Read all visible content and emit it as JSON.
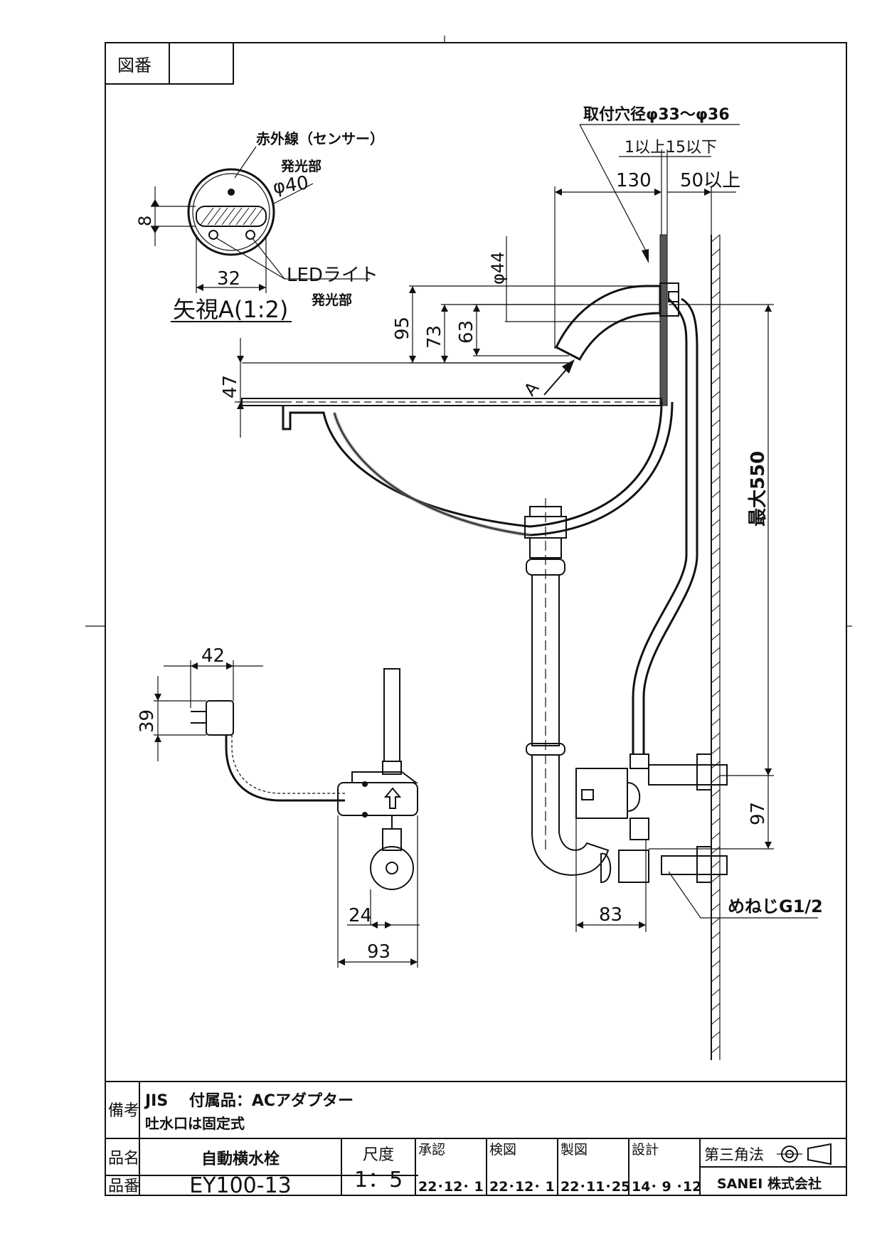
{
  "title_block": {
    "drawing_no_label": "図番",
    "drawing_no_value": "",
    "remarks_label": "備考",
    "remarks_line1": "JIS　 付属品：ACアダプター",
    "remarks_line2": "吐水口は固定式",
    "name_label": "品名",
    "name_value": "自動横水栓",
    "number_label": "品番",
    "number_value": "EY100-13",
    "scale_label": "尺度",
    "scale_value": "1：5",
    "approved_label": "承認",
    "approved_date": "22･12･ 1",
    "checked_label": "検図",
    "checked_date": "22･12･ 1",
    "drawn_label": "製図",
    "drawn_date": "22･11･25",
    "designed_label": "設計",
    "designed_date": "14･ 9 ･12",
    "projection": "第三角法",
    "company": "SANEI 株式会社"
  },
  "detail_view": {
    "title": "矢視A(1:2)",
    "sensor_label": "赤外線（センサー）",
    "emitter_label_1": "発光部",
    "dia_label": "φ40",
    "dim_8": "8",
    "dim_32": "32",
    "led_label": "LEDライト",
    "emitter_label_2": "発光部"
  },
  "main_view": {
    "mount_hole": "取付穴径φ33～φ36",
    "dim_thickness": "1以上15以下",
    "dim_130": "130",
    "dim_50": "50以上",
    "dim_dia44": "φ44",
    "dim_95": "95",
    "dim_73": "73",
    "dim_63": "63",
    "dim_47": "47",
    "arrow_a": "A",
    "dim_max550": "最大550",
    "dim_97": "97",
    "dim_83": "83",
    "thread_label": "めねじG1/2"
  },
  "adapter_view": {
    "dim_42": "42",
    "dim_39": "39",
    "dim_24": "24",
    "dim_93": "93"
  }
}
